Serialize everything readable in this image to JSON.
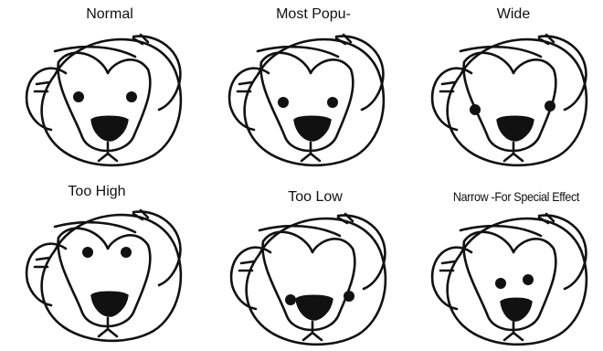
{
  "title": "",
  "bears": [
    {
      "id": "normal",
      "label": "Normal",
      "eye_placement": "normal"
    },
    {
      "id": "most-popular",
      "label": "Most Popu-",
      "eye_placement": "most popular"
    },
    {
      "id": "wide",
      "label": "Wide",
      "eye_placement": "wide"
    },
    {
      "id": "too-high",
      "label": "Too High",
      "eye_placement": "too high"
    },
    {
      "id": "too-low",
      "label": "Too Low",
      "eye_placement": "too low"
    },
    {
      "id": "narrow",
      "label": "Narrow -For Special Effect",
      "eye_placement": "narrow"
    }
  ],
  "colors": {
    "ink": "#111111",
    "background": "#ffffff"
  }
}
